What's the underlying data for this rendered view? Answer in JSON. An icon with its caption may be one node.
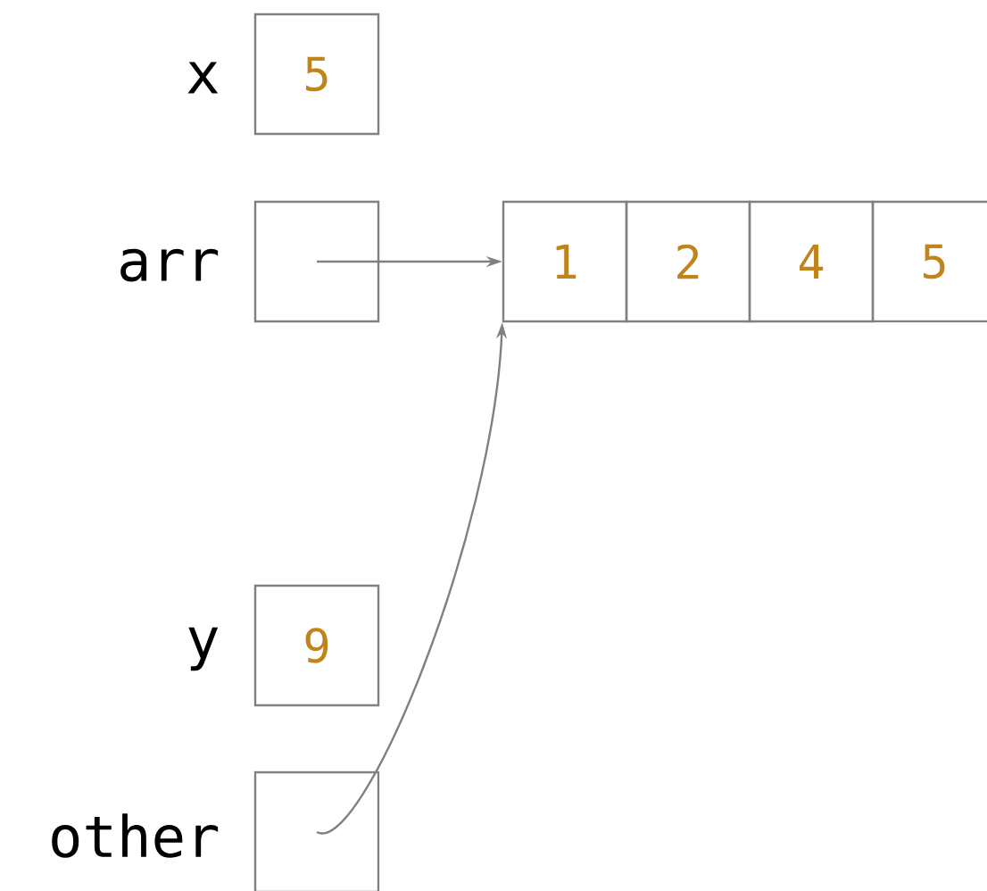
{
  "diagram": {
    "nodes": [
      {
        "text": [
          "5"
        ],
        "beside": [
          "x"
        ]
      },
      {
        "text": [],
        "shape": "box",
        "beside": [
          "arr"
        ]
      },
      {
        "text": [
          "1"
        ]
      },
      {
        "text": [
          "2"
        ]
      },
      {
        "text": [
          "4"
        ]
      },
      {
        "text": [
          "5"
        ]
      },
      {
        "text": [
          "9"
        ],
        "beside": [
          "y"
        ]
      },
      {
        "text": [],
        "shape": "box",
        "beside": [
          "other"
        ]
      }
    ],
    "edges": [
      {
        "from": 1,
        "to": 2,
        "arrow": "to"
      },
      {
        "from": 7,
        "to": 2,
        "arrow": "to"
      }
    ]
  }
}
